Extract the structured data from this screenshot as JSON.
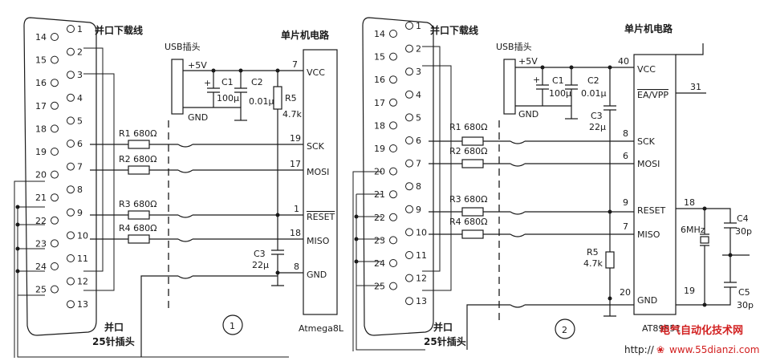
{
  "left": {
    "parallel_header": "并口下载线",
    "usb_label": "USB插头",
    "mcu_header": "单片机电路",
    "parallel_name": "并口",
    "parallel_desc": "25针插头",
    "circuit_number": "1",
    "chip_name": "Atmega8L",
    "vcc_label": "+5V",
    "gnd_label": "GND",
    "c1": "C1",
    "c1_val": "100μ",
    "c2": "C2",
    "c2_val": "0.01μ",
    "r5": "R5",
    "r5_val": "4.7k",
    "c3": "C3",
    "c3_val": "22μ",
    "r1": "R1 680Ω",
    "r2": "R2 680Ω",
    "r3": "R3 680Ω",
    "r4": "R4 680Ω",
    "chip_pins": [
      {
        "num": "7",
        "name": "VCC"
      },
      {
        "num": "19",
        "name": "SCK"
      },
      {
        "num": "17",
        "name": "MOSI"
      },
      {
        "num": "1",
        "name": "RESET"
      },
      {
        "num": "18",
        "name": "MISO"
      },
      {
        "num": "8",
        "name": "GND"
      }
    ]
  },
  "right": {
    "parallel_header": "并口下载线",
    "usb_label": "USB插头",
    "mcu_header": "单片机电路",
    "parallel_name": "并口",
    "parallel_desc": "25针插头",
    "circuit_number": "2",
    "chip_name": "AT89S51",
    "vcc_label": "+5V",
    "gnd_label": "GND",
    "c1": "C1",
    "c1_val": "100μ",
    "c2": "C2",
    "c2_val": "0.01μ",
    "c3": "C3",
    "c3_val": "22μ",
    "r5": "R5",
    "r5_val": "4.7k",
    "crystal": "6MHz",
    "c4": "C4",
    "c4_val": "30p",
    "c5": "C5",
    "c5_val": "30p",
    "r1": "R1 680Ω",
    "r2": "R2 680Ω",
    "r3": "R3 680Ω",
    "r4": "R4 680Ω",
    "chip_pins": [
      {
        "num": "40",
        "name": "VCC"
      },
      {
        "num": "31",
        "name": "EA/VPP"
      },
      {
        "num": "8",
        "name": "SCK"
      },
      {
        "num": "6",
        "name": "MOSI"
      },
      {
        "num": "9",
        "name": "RESET"
      },
      {
        "num": "7",
        "name": "MISO"
      },
      {
        "num": "20",
        "name": "GND"
      },
      {
        "num": "18",
        "name": ""
      },
      {
        "num": "19",
        "name": ""
      }
    ]
  },
  "db25_pins": [
    "1",
    "2",
    "3",
    "4",
    "5",
    "6",
    "7",
    "8",
    "9",
    "10",
    "11",
    "12",
    "13",
    "14",
    "15",
    "16",
    "17",
    "18",
    "19",
    "20",
    "21",
    "22",
    "23",
    "24",
    "25"
  ],
  "watermark": {
    "title": "电气自动化技术网",
    "url": "www.55dianzi.com",
    "url_prefix": "http://"
  }
}
